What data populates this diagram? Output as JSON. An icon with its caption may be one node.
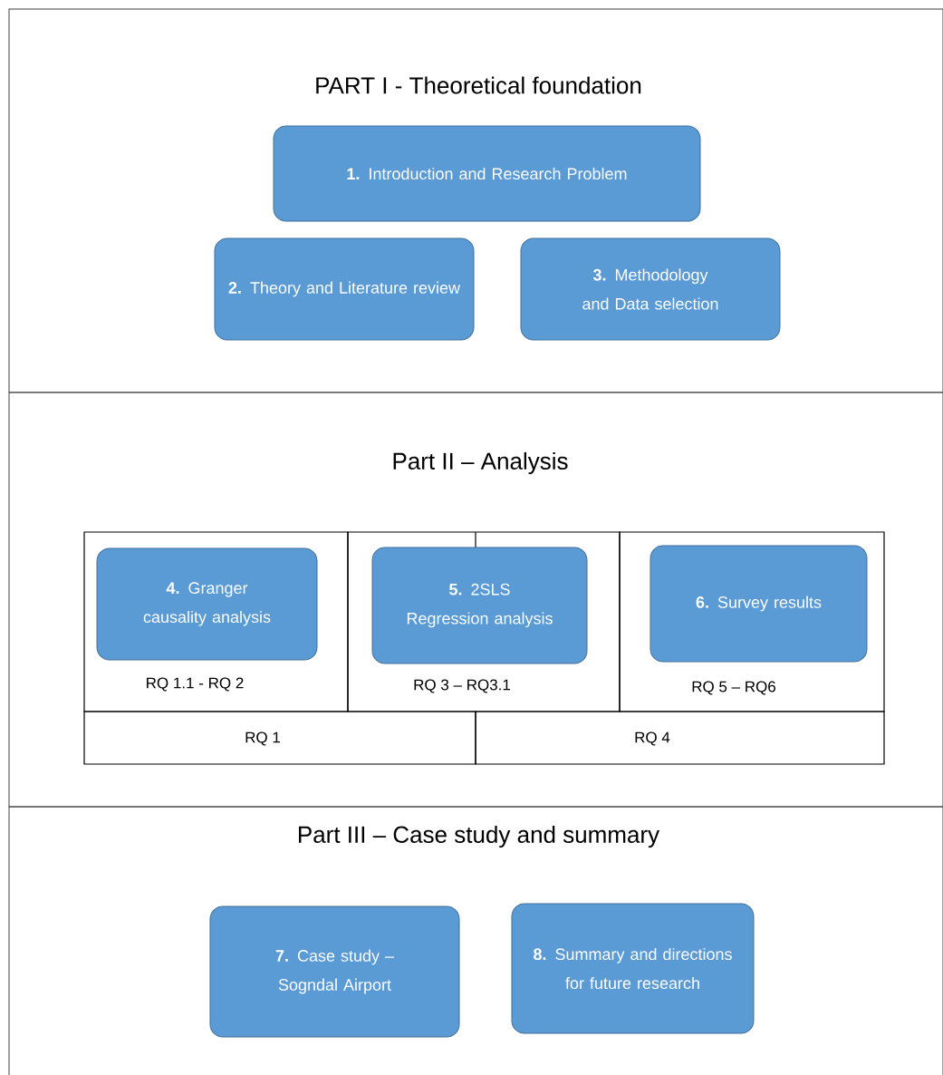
{
  "diagram": {
    "nodes": [
      {
        "text": [
          "PART I - Theoretical foundation"
        ]
      },
      {
        "text": [
          "**1.** Introduction and Research Problem"
        ],
        "in": 0
      },
      {
        "text": [
          "**2.** Theory and Literature review"
        ],
        "in": 0
      },
      {
        "text": [
          "**3.** Methodology and Data selection"
        ],
        "in": 0
      },
      {
        "text": [
          "Part II – Analysis"
        ]
      },
      {
        "text": [
          "RQ 1.1 - RQ  2"
        ],
        "in": 4
      },
      {
        "text": [
          "**4.** Granger causality analysis"
        ],
        "in": 5
      },
      {
        "text": [
          "RQ 3 – RQ3.1"
        ],
        "in": 4
      },
      {
        "text": [
          "**5.** 2SLS Regression analysis"
        ],
        "in": 7
      },
      {
        "text": [
          "RQ 5 – RQ6"
        ],
        "in": 4
      },
      {
        "text": [
          "**6.** Survey results"
        ],
        "in": 9
      },
      {
        "text": [
          "RQ 1"
        ],
        "in": 4
      },
      {
        "text": [
          "RQ 4"
        ],
        "in": 4
      },
      {
        "text": [
          "Part III – Case study and summary"
        ]
      },
      {
        "text": [
          "**7.** Case study – Sogndal Airport"
        ],
        "in": 13
      },
      {
        "text": [
          "**8.** Summary and directions for future research"
        ],
        "in": 13
      }
    ]
  }
}
